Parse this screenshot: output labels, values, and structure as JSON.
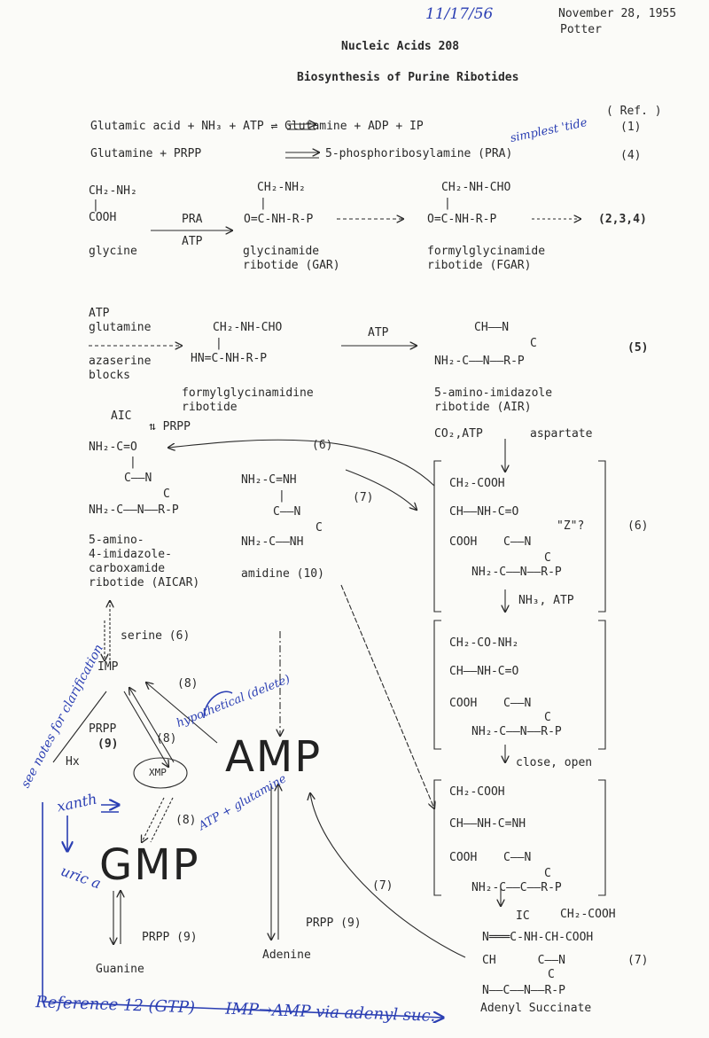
{
  "header": {
    "handwritten_date": "11/17/56",
    "date": "November 28, 1955",
    "author": "Potter",
    "course": "Nucleic Acids 208",
    "title": "Biosynthesis of Purine Ribotides",
    "ref_label": "( Ref. )"
  },
  "reactions": {
    "r1": "Glutamic acid + NH₃ + ATP ⇌ Glutamine + ADP + IP",
    "r1_ref": "(1)",
    "r2_left": "Glutamine + PRPP",
    "r2_right": "5-phosphoribosylamine (PRA)",
    "r2_ref": "(4)",
    "r2_note": "simplest 'tide"
  },
  "row1": {
    "gly1": "CH₂-NH₂",
    "gly2": "|",
    "gly3": "COOH",
    "gly_name": "glycine",
    "arrow_top": "PRA",
    "arrow_bot": "ATP",
    "gar1": "CH₂-NH₂",
    "gar2": "|",
    "gar3": "O=C-NH-R-P",
    "gar_name1": "glycinamide",
    "gar_name2": "ribotide (GAR)",
    "fgar1": "CH₂-NH-CHO",
    "fgar2": "|",
    "fgar3": "O=C-NH-R-P",
    "fgar_name1": "formylglycinamide",
    "fgar_name2": "ribotide (FGAR)",
    "ref": "(2,3,4)"
  },
  "row2": {
    "atp": "ATP",
    "glutamine": "glutamine",
    "azaserine": "azaserine",
    "blocks": "blocks",
    "fgam1": "CH₂-NH-CHO",
    "fgam2": "|",
    "fgam3": "HN=C-NH-R-P",
    "fgam_name1": "formylglycinamidine",
    "fgam_name2": "ribotide",
    "arrow_atp": "ATP",
    "air1": "CH——N",
    "air2": "C",
    "air3": "NH₂-C——N——R-P",
    "air_name1": "5-amino-imidazole",
    "air_name2": "ribotide (AIR)",
    "ref": "(5)"
  },
  "aicar": {
    "aic": "AIC",
    "prpp": "⇅ PRPP",
    "l1": "NH₂-C=O",
    "l2": "|",
    "l3": "C——N",
    "l4": "C",
    "l5": "NH₂-C——N——R-P",
    "name1": "5-amino-",
    "name2": "4-imidazole-",
    "name3": "carboxamide",
    "name4": "ribotide (AICAR)",
    "serine": "serine (6)",
    "imp": "IMP"
  },
  "amidine": {
    "l1": "NH₂-C=NH",
    "l2": "|",
    "l3": "C——N",
    "l4": "C",
    "l5": "NH₂-C——NH",
    "name": "amidine (10)"
  },
  "right": {
    "co2": "CO₂,ATP",
    "aspartate": "aspartate",
    "z1": "CH₂-COOH",
    "z2": "CH——NH-C=O",
    "z3": "COOH",
    "z4": "C——N",
    "z5": "C",
    "z6": "NH₂-C——N——R-P",
    "z_label": "\"Z\"?",
    "z_ref": "(6)",
    "nh3": "NH₃, ATP",
    "y1": "CH₂-CO-NH₂",
    "y2": "CH——NH-C=O",
    "y3": "COOH",
    "y4": "C——N",
    "y5": "C",
    "y6": "NH₂-C——N——R-P",
    "close": "close, open",
    "x1": "CH₂-COOH",
    "x2": "CH——NH-C=NH",
    "x3": "COOH",
    "x4": "C——N",
    "x5": "C",
    "x6": "NH₂-C——C——R-P",
    "ic": "IC",
    "s1": "CH₂-COOH",
    "s2": "N═══C-NH-CH-COOH",
    "s3": "CH      C——N",
    "s4": "C",
    "s5": "N——C——N——R-P",
    "s_name": "Adenyl Succinate",
    "s_ref": "(7)"
  },
  "labels": {
    "p6": "(6)",
    "p7": "(7)",
    "p7b": "(7)",
    "p8a": "(8)",
    "p8b": "(8)",
    "p8c": "(8)",
    "prpp9a": "PRPP",
    "n9": "(9)",
    "hx": "Hx",
    "xmp": "XMP",
    "amp": "AMP",
    "gmp": "GMP",
    "prpp_guanine": "PRPP (9)",
    "guanine": "Guanine",
    "prpp_adenine": "PRPP (9)",
    "adenine": "Adenine"
  },
  "handwriting": {
    "hypo": "hypothetical (delete)",
    "side": "see notes for clarification",
    "atp_glut": "ATP + glutamine",
    "xanth": "xanth",
    "uric": "uric a",
    "bottom": "Reference 12 (GTP)      IMP→AMP via adenyl suc."
  },
  "colors": {
    "ink": "#2a2a2a",
    "pen": "#2b3fb3",
    "paper": "#fbfbf8"
  }
}
